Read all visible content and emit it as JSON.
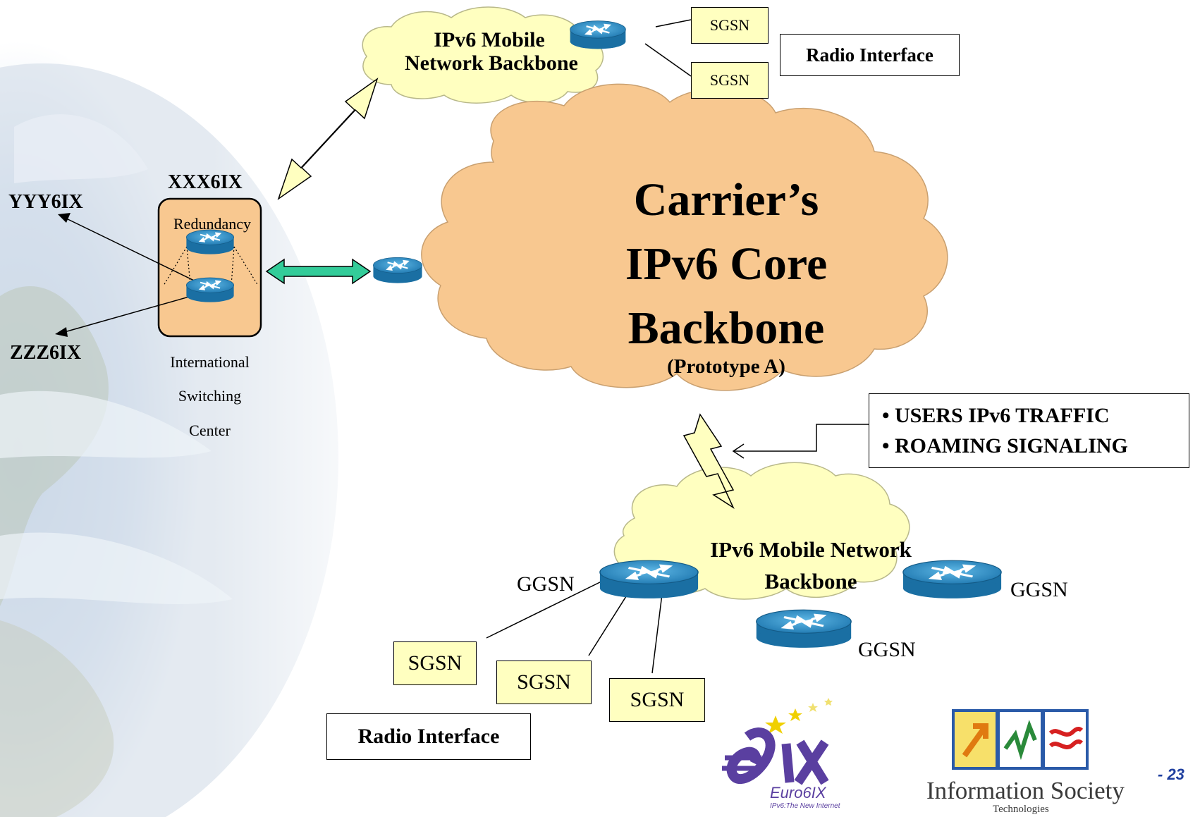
{
  "top_cloud": {
    "line1": "IPv6 Mobile",
    "line2": "Network Backbone"
  },
  "top_sgsn": [
    "SGSN",
    "SGSN"
  ],
  "radio_interface_top": "Radio Interface",
  "core": {
    "line1": "Carrier’s",
    "line2": "IPv6 Core",
    "line3": "Backbone",
    "sub": "(Prototype A)"
  },
  "isc": {
    "title": "XXX6IX",
    "redundancy": "Redundancy",
    "caption": [
      "International",
      "Switching",
      "Center"
    ]
  },
  "peers": [
    "YYY6IX",
    "ZZZ6IX"
  ],
  "traffic_note": [
    "• USERS IPv6 TRAFFIC",
    "• ROAMING SIGNALING"
  ],
  "bottom_cloud": {
    "line1": "IPv6 Mobile Network",
    "line2": "Backbone"
  },
  "ggsn_labels": [
    "GGSN",
    "GGSN",
    "GGSN"
  ],
  "bottom_sgsn": [
    "SGSN",
    "SGSN",
    "SGSN"
  ],
  "radio_interface_bottom": "Radio Interface",
  "logos": {
    "euro6ix_mark": "6IX",
    "euro6ix_name": "Euro6IX",
    "euro6ix_tagline": "IPv6:The New Internet",
    "ist_name": "Information Society",
    "ist_sub": "Technologies"
  },
  "page_number": "- 23",
  "colors": {
    "cloud_yellow": "#ffffc0",
    "core_orange": "#f8c890",
    "router_blue": "#2d8fc4",
    "arrow_green": "#33cc99",
    "box_fill": "#ffffc0",
    "page_num": "#1f3f9f"
  }
}
